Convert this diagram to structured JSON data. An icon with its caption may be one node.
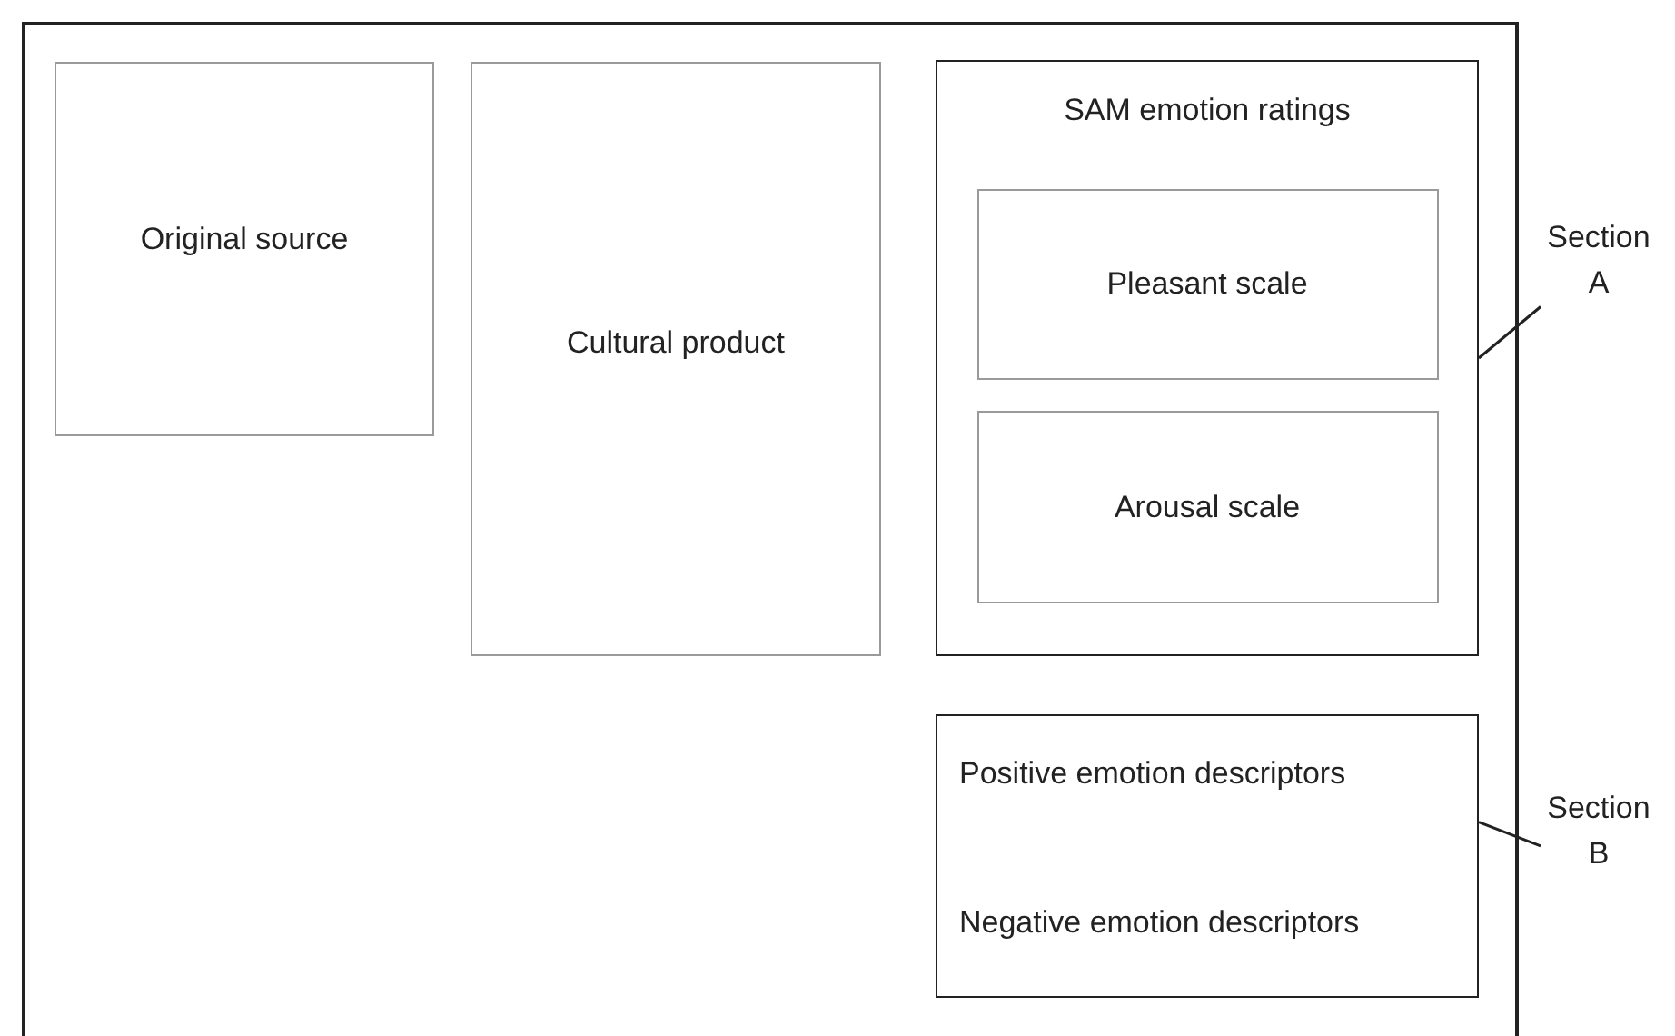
{
  "diagram": {
    "nodes": [
      {
        "text": [],
        "shape": "box"
      },
      {
        "text": [
          "Original source"
        ],
        "in": 0
      },
      {
        "text": [
          "Cultural product"
        ],
        "in": 0
      },
      {
        "text": [
          "SAM emotion ratings"
        ],
        "in": 0
      },
      {
        "text": [
          "Pleasant scale"
        ],
        "in": 3
      },
      {
        "text": [
          "Arousal scale"
        ],
        "in": 3
      },
      {
        "text": [
          "Positive emotion descriptors",
          "Negative emotion descriptors"
        ],
        "in": 0
      },
      {
        "text": [
          "Section A"
        ]
      },
      {
        "text": [
          "Section B"
        ]
      }
    ],
    "edges": [
      {
        "from": 7,
        "to": 3,
        "arrow": "none"
      },
      {
        "from": 8,
        "to": 6,
        "arrow": "none"
      }
    ]
  }
}
